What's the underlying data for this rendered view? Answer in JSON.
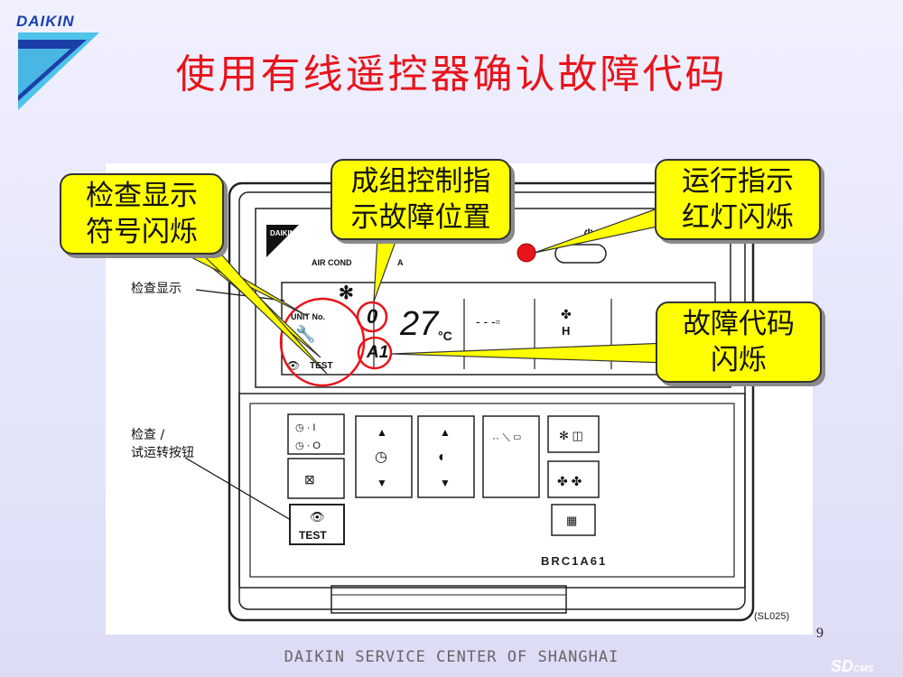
{
  "brand": {
    "logo_text": "DAIKIN"
  },
  "page": {
    "title": "使用有线遥控器确认故障代码",
    "page_number": "9",
    "footer": "DAIKIN SERVICE CENTER OF SHANGHAI",
    "watermark": "SD",
    "watermark_sub": "CMS"
  },
  "callouts": {
    "inspect_symbol": [
      "检查显示",
      "符号闪烁"
    ],
    "group_position": [
      "成组控制指",
      "示故障位置"
    ],
    "run_lamp": [
      "运行指示",
      "红灯闪烁"
    ],
    "fault_code": [
      "故障代码",
      "闪烁"
    ]
  },
  "figure": {
    "label_inspect_display": "检查显示",
    "label_button_line1": "检查 /",
    "label_button_line2": "试运转按钮",
    "device_text": "AIR COND",
    "device_text_end": "A",
    "unit_no": "UNIT No.",
    "test_label": "TEST",
    "unit_digit": "0",
    "fault_code": "A1",
    "temperature": "27",
    "temp_unit": "°C",
    "fan_speed": "H",
    "test_button_label": "TEST",
    "model": "BRC1A61",
    "reference": "(SL025)"
  },
  "colors": {
    "title": "#e8141b",
    "callout_fill": "#ffff00",
    "highlight_ring": "#e8141b",
    "logo": "#1a3fb0"
  }
}
